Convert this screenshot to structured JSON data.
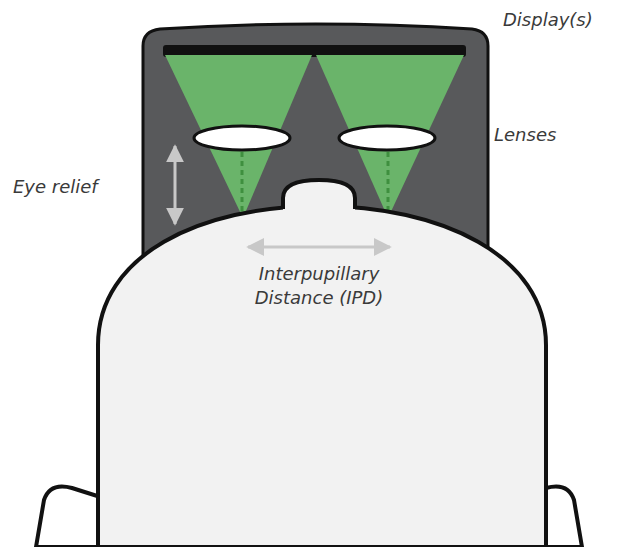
{
  "diagram": {
    "labels": [
      "Display(s)",
      "Lenses",
      "Eye relief",
      "Interpupillary Distance (IPD)"
    ]
  }
}
